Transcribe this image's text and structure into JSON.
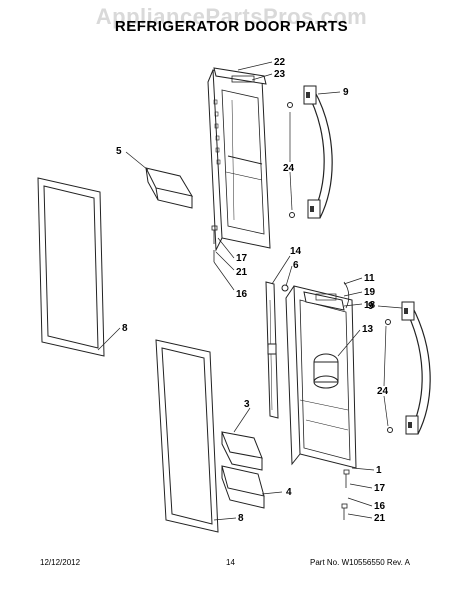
{
  "watermark": "AppliancePartsPros.com",
  "title": "REFRIGERATOR DOOR PARTS",
  "callouts": [
    {
      "id": "c22",
      "text": "22"
    },
    {
      "id": "c23",
      "text": "23"
    },
    {
      "id": "c9a",
      "text": "9"
    },
    {
      "id": "c5",
      "text": "5"
    },
    {
      "id": "c24a",
      "text": "24"
    },
    {
      "id": "c17a",
      "text": "17"
    },
    {
      "id": "c21a",
      "text": "21"
    },
    {
      "id": "c16a",
      "text": "16"
    },
    {
      "id": "c14",
      "text": "14"
    },
    {
      "id": "c6",
      "text": "6"
    },
    {
      "id": "c11",
      "text": "11"
    },
    {
      "id": "c19",
      "text": "19"
    },
    {
      "id": "c18",
      "text": "18"
    },
    {
      "id": "c9b",
      "text": "9"
    },
    {
      "id": "c13",
      "text": "13"
    },
    {
      "id": "c8a",
      "text": "8"
    },
    {
      "id": "c24b",
      "text": "24"
    },
    {
      "id": "c3",
      "text": "3"
    },
    {
      "id": "c1",
      "text": "1"
    },
    {
      "id": "c4",
      "text": "4"
    },
    {
      "id": "c17b",
      "text": "17"
    },
    {
      "id": "c16b",
      "text": "16"
    },
    {
      "id": "c8b",
      "text": "8"
    },
    {
      "id": "c21b",
      "text": "21"
    }
  ],
  "footer": {
    "date": "12/12/2012",
    "page": "14",
    "part": "Part No. W10556550  Rev. A"
  }
}
